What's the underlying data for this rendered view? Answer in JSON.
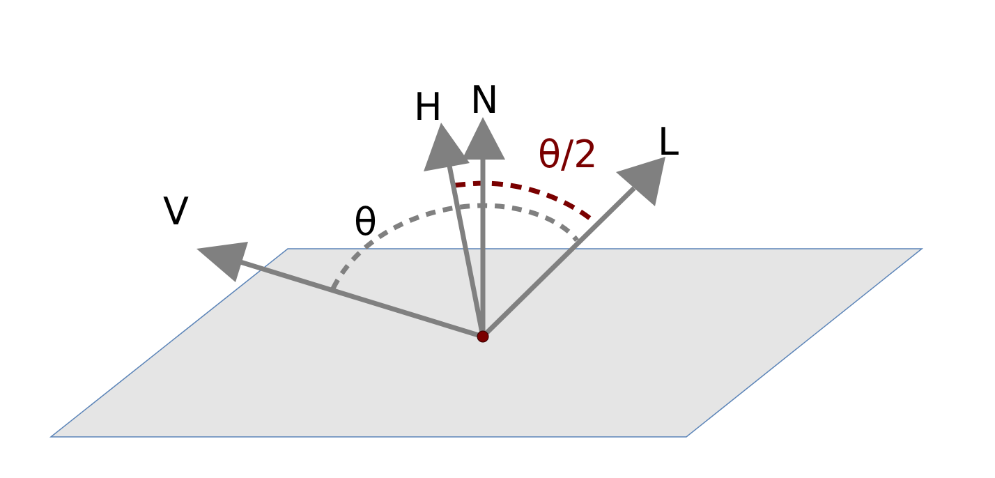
{
  "labels": {
    "v": "V",
    "h": "H",
    "n": "N",
    "l": "L",
    "theta": "θ",
    "half_theta": "θ/2"
  },
  "colors": {
    "plane_fill": "#e5e5e5",
    "plane_stroke": "#5b84b8",
    "vector": "#808080",
    "accent": "#7a0000"
  }
}
